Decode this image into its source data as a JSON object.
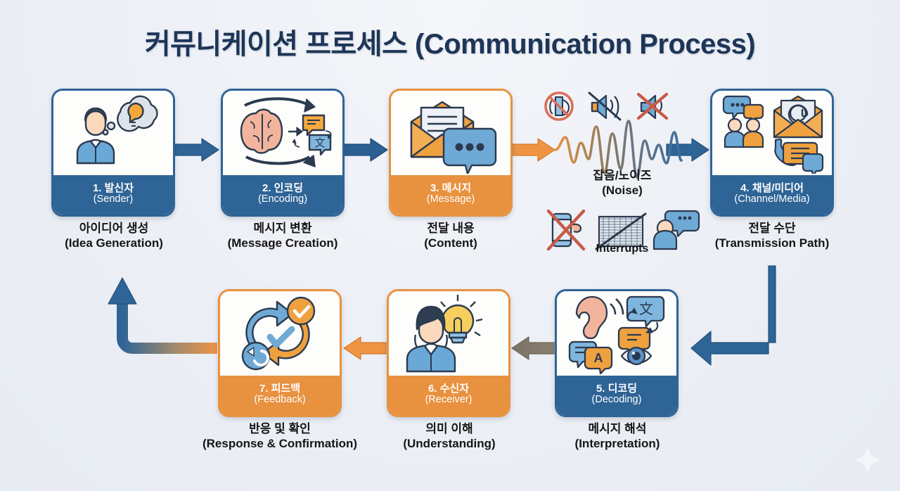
{
  "title": "커뮤니케이션 프로세스 (Communication Process)",
  "colors": {
    "blue": "#2f6496",
    "orange": "#e8913f",
    "background": "#eef1f6",
    "title_text": "#1d3557",
    "caption_text": "#151515"
  },
  "steps": [
    {
      "id": "sender",
      "number": "1.",
      "label_ko": "1. 발신자",
      "label_en": "(Sender)",
      "caption_ko": "아이디어 생성",
      "caption_en": "(Idea Generation)",
      "color": "blue",
      "icon": "person-thinking-idea-icon"
    },
    {
      "id": "encoding",
      "number": "2.",
      "label_ko": "2. 인코딩",
      "label_en": "(Encoding)",
      "caption_ko": "메시지 변환",
      "caption_en": "(Message Creation)",
      "color": "blue",
      "icon": "brain-to-chat-bubbles-icon"
    },
    {
      "id": "message",
      "number": "3.",
      "label_ko": "3. 메시지",
      "label_en": "(Message)",
      "caption_ko": "전달 내용",
      "caption_en": "(Content)",
      "color": "orange",
      "icon": "envelope-and-speech-bubble-icon"
    },
    {
      "id": "channel",
      "number": "4.",
      "label_ko": "4. 채널/미디어",
      "label_en": "(Channel/Media)",
      "caption_ko": "전달 수단",
      "caption_en": "(Transmission Path)",
      "color": "blue",
      "icon": "people-email-phone-chat-icon"
    },
    {
      "id": "decoding",
      "number": "5.",
      "label_ko": "5. 디코딩",
      "label_en": "(Decoding)",
      "caption_ko": "메시지 해석",
      "caption_en": "(Interpretation)",
      "color": "blue",
      "icon": "ear-translate-eye-icon"
    },
    {
      "id": "receiver",
      "number": "6.",
      "label_ko": "6. 수신자",
      "label_en": "(Receiver)",
      "caption_ko": "의미 이해",
      "caption_en": "(Understanding)",
      "color": "orange",
      "icon": "person-with-lightbulb-icon"
    },
    {
      "id": "feedback",
      "number": "7.",
      "label_ko": "7. 피드백",
      "label_en": "(Feedback)",
      "caption_ko": "반응 및 확인",
      "caption_en": "(Response & Confirmation)",
      "color": "orange",
      "icon": "circular-arrows-check-icon"
    }
  ],
  "noise": {
    "label_ko": "잡음/노이즈",
    "label_en": "(Noise)",
    "interrupts_label": "Interrupts",
    "top_icons": [
      "no-megaphone-icon",
      "muted-speaker-icon",
      "crossed-out-speaker-icon"
    ],
    "bottom_icons": [
      "crossed-out-phone-icon",
      "crossed-out-static-screen-icon",
      "person-talking-icon"
    ],
    "waveform": "noise-waveform-icon"
  },
  "watermark": "sparkle-icon"
}
